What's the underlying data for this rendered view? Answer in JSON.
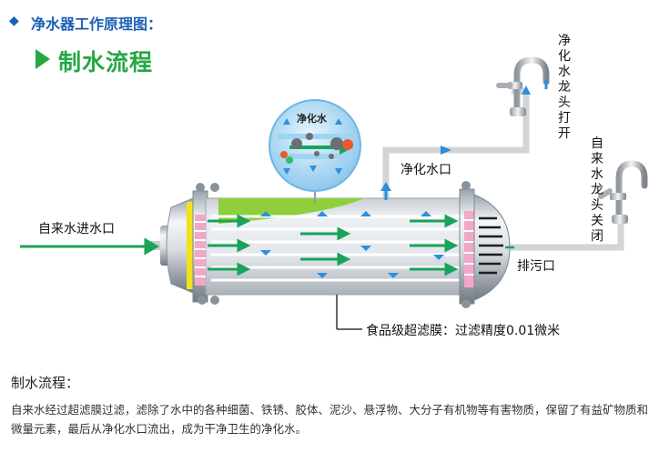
{
  "header": {
    "bullet": "◆",
    "title": "净水器工作原理图："
  },
  "section": {
    "title": "制水流程"
  },
  "labels": {
    "inlet": "自来水进水口",
    "pure_outlet": "净化水口",
    "drain": "排污口",
    "membrane": "食品级超滤膜：过滤精度0.01微米",
    "magnifier": "净化水",
    "tap_open": "净化水龙头打开",
    "tap_closed": "自来水龙头关闭"
  },
  "description": {
    "title": "制水流程：",
    "body": "自来水经过超滤膜过滤，滤除了水中的各种细菌、铁锈、胶体、泥沙、悬浮物、大分子有机物等有害物质，保留了有益矿物质和微量元素，最后从净化水口流出，成为干净卫生的净化水。"
  },
  "colors": {
    "header_blue": "#1a5fb4",
    "section_green": "#25a844",
    "arrow_green": "#1aa35a",
    "arrow_blue": "#2a8fe0",
    "pipe": "#d6d6d6",
    "inlet_yellow": "#f2e21a",
    "membrane_pink": "#f3a7c8"
  }
}
